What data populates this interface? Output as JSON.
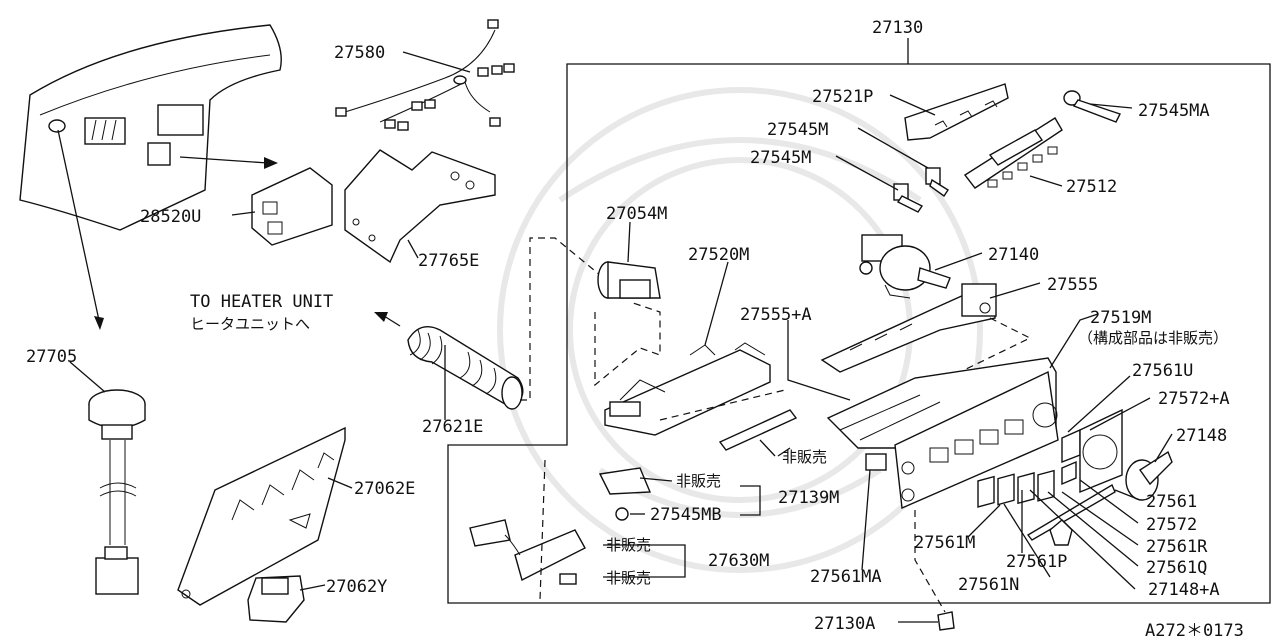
{
  "diagram": {
    "parts": {
      "p27130": "27130",
      "p27580": "27580",
      "p27521P": "27521P",
      "p27545MA": "27545MA",
      "p27545M_a": "27545M",
      "p27545M_b": "27545M",
      "p27512": "27512",
      "p28520U": "28520U",
      "p27765E": "27765E",
      "p27054M": "27054M",
      "p27520M": "27520M",
      "p27140": "27140",
      "p27555": "27555",
      "p27555A": "27555+A",
      "p27519M": "27519M",
      "p27705": "27705",
      "p27621E": "27621E",
      "p27561U": "27561U",
      "p27572A": "27572+A",
      "p27148": "27148",
      "p27062E": "27062E",
      "p27139M": "27139M",
      "p27545MB": "27545MB",
      "p27561": "27561",
      "p27572": "27572",
      "p27561M": "27561M",
      "p27561R": "27561R",
      "p27561Q": "27561Q",
      "p27561P": "27561P",
      "p27630M": "27630M",
      "p27561MA": "27561MA",
      "p27561N": "27561N",
      "p27148A": "27148+A",
      "p27062Y": "27062Y",
      "p27130A": "27130A"
    },
    "notes": {
      "to_heater_unit": "TO HEATER UNIT",
      "to_heater_unit_jp": "ヒータユニットへ",
      "components_not_sold": "（構成部品は非販売）",
      "not_sold_1": "非販売",
      "not_sold_2": "非販売",
      "not_sold_3": "非販売",
      "not_sold_4": "非販売"
    },
    "figure_code": "A272＊0173"
  }
}
